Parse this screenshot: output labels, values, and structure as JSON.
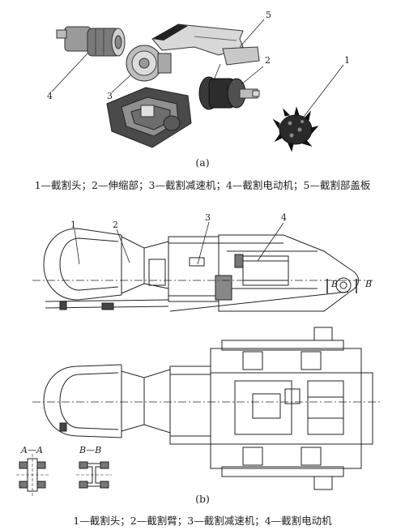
{
  "figure_a": {
    "parts": [
      {
        "num": "1",
        "name": "cutting-head"
      },
      {
        "num": "2",
        "name": "telescopic-part"
      },
      {
        "num": "3",
        "name": "cutting-reducer"
      },
      {
        "num": "4",
        "name": "cutting-motor"
      },
      {
        "num": "5",
        "name": "cutting-cover-plate"
      }
    ],
    "label": "(a)",
    "caption": "1—截割头；2—伸缩部；3—截割减速机；4—截割电动机；5—截割部盖板"
  },
  "figure_b": {
    "part_numbers": [
      "1",
      "2",
      "3",
      "4"
    ],
    "section_marks": {
      "b_left": "B",
      "b_right": "B"
    },
    "section_aa": "A—A",
    "section_bb": "B—B",
    "label": "(b)",
    "caption": "1—截割头；2—截割臂；3—截割减速机；4—截割电动机"
  }
}
